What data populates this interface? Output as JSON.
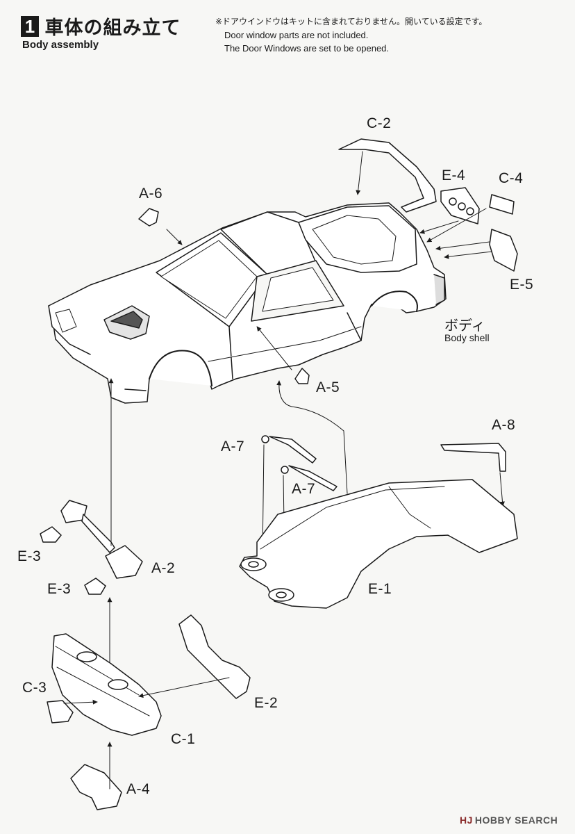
{
  "step": {
    "number": "1",
    "title_ja": "車体の組み立て",
    "title_en": "Body assembly"
  },
  "notes": {
    "ja": "※ドアウインドウはキットに含まれておりません。開いている設定です。",
    "en_1": "Door window parts are not included.",
    "en_2": "The Door Windows are set to be opened."
  },
  "body_label": {
    "ja": "ボディ",
    "en": "Body shell"
  },
  "parts": {
    "c2": "C-2",
    "e4": "E-4",
    "c4": "C-4",
    "e5": "E-5",
    "a6": "A-6",
    "a5": "A-5",
    "a8": "A-8",
    "a7_top": "A-7",
    "a7_bottom": "A-7",
    "e3_top": "E-3",
    "e3_bottom": "E-3",
    "a2": "A-2",
    "e1": "E-1",
    "c3": "C-3",
    "e2": "E-2",
    "c1": "C-1",
    "a4": "A-4"
  },
  "watermark": {
    "brand": "HOBBY SEARCH",
    "mark": "HJ"
  }
}
